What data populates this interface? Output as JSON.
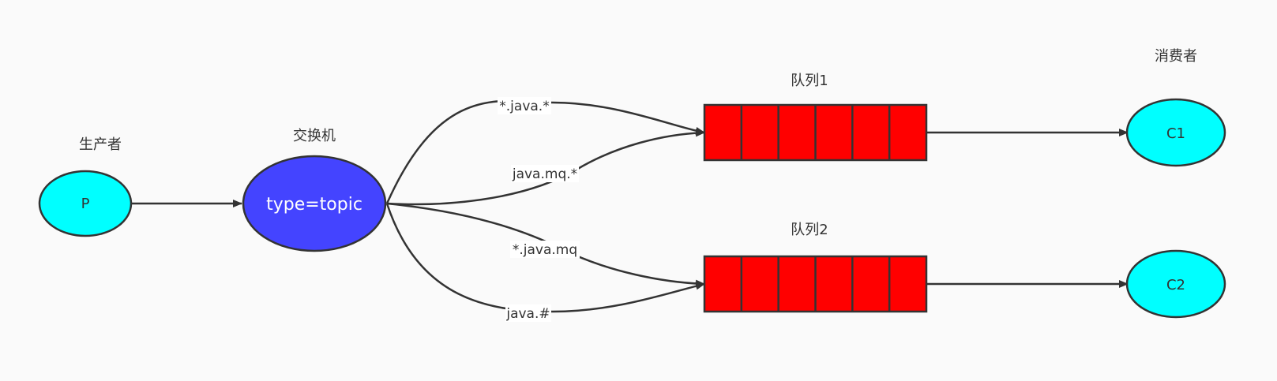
{
  "titles": {
    "producer": "生产者",
    "exchange": "交换机",
    "queue1": "队列1",
    "queue2": "队列2",
    "consumer": "消费者"
  },
  "nodes": {
    "producer": "P",
    "exchange": "type=topic",
    "consumer1": "C1",
    "consumer2": "C2"
  },
  "routes": {
    "r1": "*.java.*",
    "r2": "java.mq.*",
    "r3": "*.java.mq",
    "r4": "java.#"
  },
  "queues": {
    "slots": 6
  },
  "colors": {
    "producer_fill": "#00ffff",
    "exchange_fill": "#4444ff",
    "queue_fill": "#ff0000",
    "stroke": "#333333"
  }
}
